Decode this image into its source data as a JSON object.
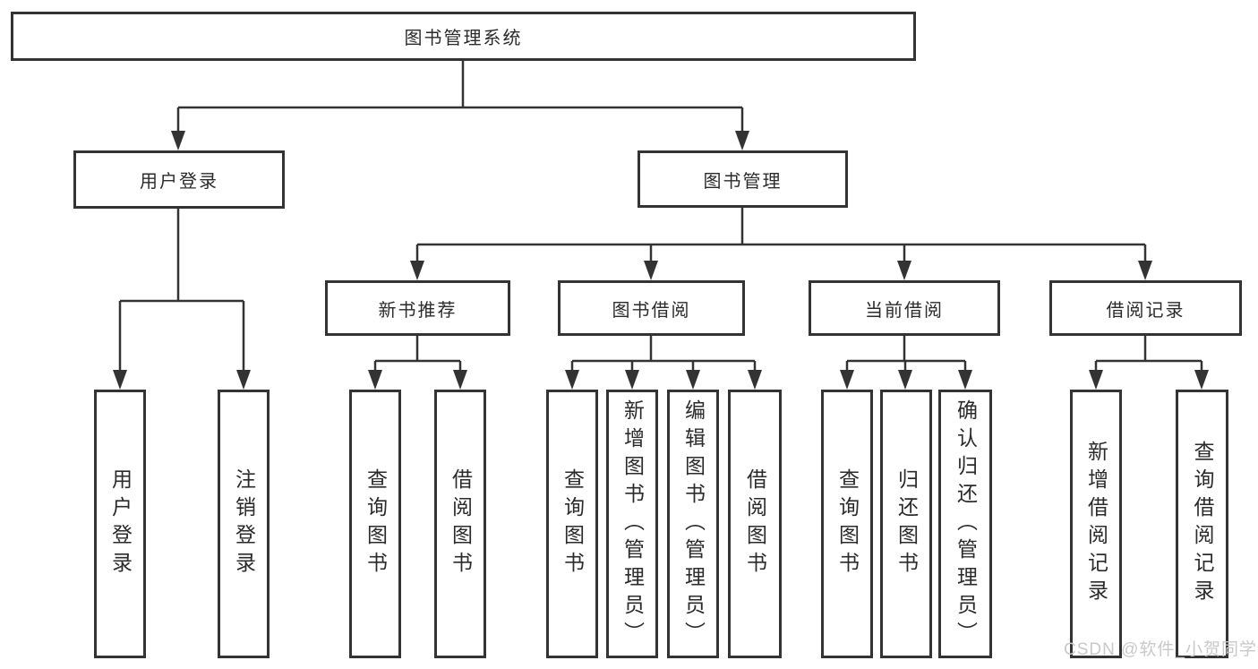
{
  "diagram": {
    "root": {
      "label": "图书管理系统"
    },
    "level2": [
      {
        "key": "user-login",
        "label": "用户登录"
      },
      {
        "key": "book-management",
        "label": "图书管理"
      }
    ],
    "level3": [
      {
        "key": "new-book-recommend",
        "label": "新书推荐",
        "parent": "图书管理"
      },
      {
        "key": "book-borrow",
        "label": "图书借阅",
        "parent": "图书管理"
      },
      {
        "key": "current-borrow",
        "label": "当前借阅",
        "parent": "图书管理"
      },
      {
        "key": "borrow-records",
        "label": "借阅记录",
        "parent": "图书管理"
      }
    ],
    "leaves": [
      {
        "label": "用户登录",
        "parent": "用户登录"
      },
      {
        "label": "注销登录",
        "parent": "用户登录"
      },
      {
        "label": "查询图书",
        "parent": "新书推荐"
      },
      {
        "label": "借阅图书",
        "parent": "新书推荐"
      },
      {
        "label": "查询图书",
        "parent": "图书借阅"
      },
      {
        "label": "新增图书（管理员）",
        "parent": "图书借阅"
      },
      {
        "label": "编辑图书（管理员）",
        "parent": "图书借阅"
      },
      {
        "label": "借阅图书",
        "parent": "图书借阅"
      },
      {
        "label": "查询图书",
        "parent": "当前借阅"
      },
      {
        "label": "归还图书",
        "parent": "当前借阅"
      },
      {
        "label": "确认归还（管理员）",
        "parent": "当前借阅"
      },
      {
        "label": "新增借阅记录",
        "parent": "借阅记录"
      },
      {
        "label": "查询借阅记录",
        "parent": "借阅记录"
      }
    ]
  },
  "watermark": {
    "text": "CSDN @软件_小贺同学"
  },
  "colors": {
    "line": "#333333",
    "text": "#2b2b2b",
    "box_background": "#ffffff",
    "watermark": "#c9c9c9"
  }
}
